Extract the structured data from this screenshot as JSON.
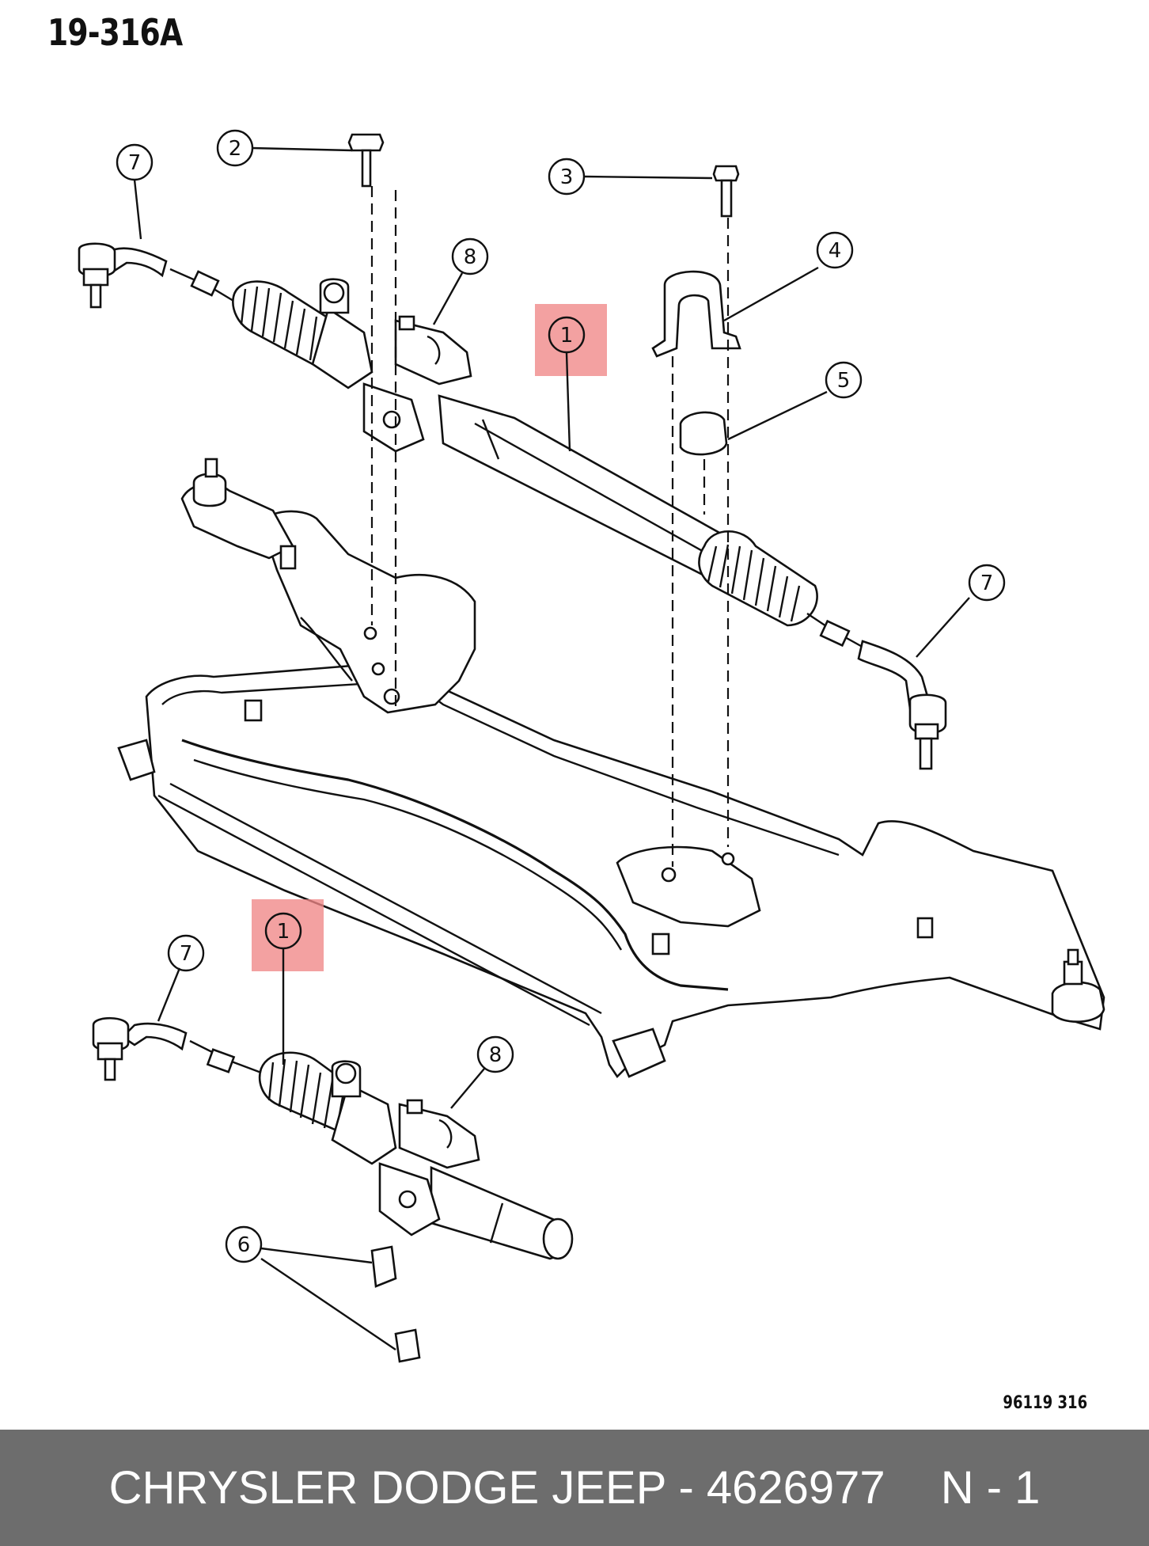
{
  "diagram": {
    "reference": "19-316A",
    "figure_code": "96119  316",
    "callouts": [
      {
        "label": "1",
        "highlighted": true
      },
      {
        "label": "1",
        "highlighted": true
      },
      {
        "label": "2"
      },
      {
        "label": "3"
      },
      {
        "label": "4"
      },
      {
        "label": "5"
      },
      {
        "label": "6"
      },
      {
        "label": "7"
      },
      {
        "label": "7"
      },
      {
        "label": "7"
      },
      {
        "label": "8"
      },
      {
        "label": "8"
      }
    ],
    "highlight_color": "#f08787"
  },
  "footer": {
    "text": "CHRYSLER DODGE JEEP - 4626977",
    "suffix": "N - 1",
    "background": "#6d6d6d"
  }
}
